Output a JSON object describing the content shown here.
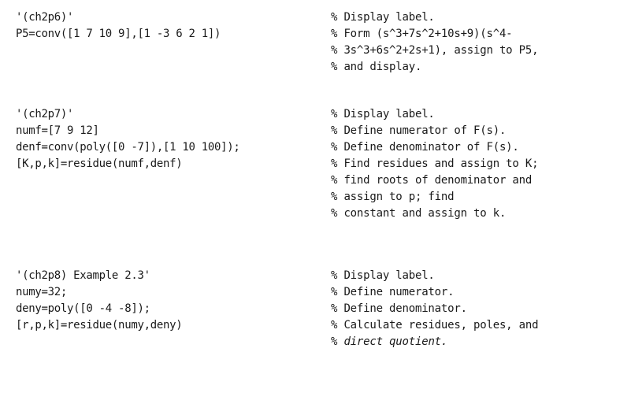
{
  "blocks": [
    {
      "rows": [
        {
          "code": "'(ch2p6)'",
          "comment": "% Display label."
        },
        {
          "code": "P5=conv([1 7 10 9],[1 -3 6 2 1])",
          "comment": "% Form (s^3+7s^2+10s+9)(s^4-"
        },
        {
          "code": "",
          "comment": "% 3s^3+6s^2+2s+1), assign to P5,"
        },
        {
          "code": "",
          "comment": "% and display."
        }
      ]
    },
    {
      "rows": [
        {
          "code": "'(ch2p7)'",
          "comment": "% Display label."
        },
        {
          "code": "numf=[7 9 12]",
          "comment": "% Define numerator of F(s)."
        },
        {
          "code": "denf=conv(poly([0 -7]),[1 10 100]);",
          "comment": "% Define denominator of F(s)."
        },
        {
          "code": "[K,p,k]=residue(numf,denf)",
          "comment": "% Find residues and assign to K;"
        },
        {
          "code": "",
          "comment": "% find roots of denominator and"
        },
        {
          "code": "",
          "comment": "% assign to p; find"
        },
        {
          "code": "",
          "comment": "% constant and assign to k."
        }
      ]
    },
    {
      "rows": [
        {
          "code": "'(ch2p8) Example 2.3'",
          "comment": "% Display label."
        },
        {
          "code": "numy=32;",
          "comment": "% Define numerator."
        },
        {
          "code": "deny=poly([0 -4 -8]);",
          "comment": "% Define denominator."
        },
        {
          "code": "[r,p,k]=residue(numy,deny)",
          "comment": "% Calculate residues, poles, and"
        },
        {
          "code": "",
          "comment_prefix": "% ",
          "comment_italic": "direct quotient."
        }
      ]
    }
  ]
}
